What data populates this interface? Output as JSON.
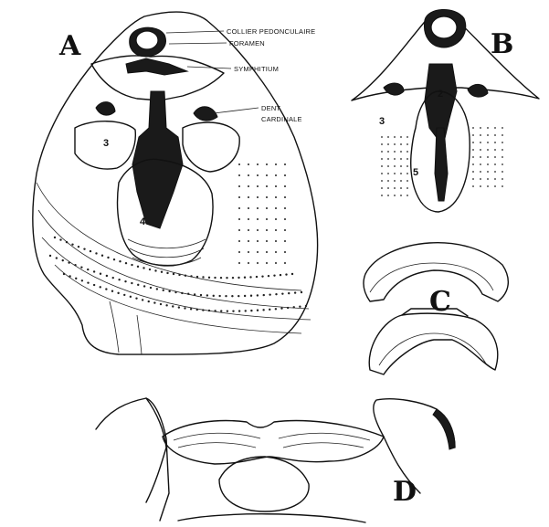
{
  "panels": {
    "A": {
      "letter": "A"
    },
    "B": {
      "letter": "B"
    },
    "C": {
      "letter": "C"
    },
    "D": {
      "letter": "D"
    }
  },
  "callouts": [
    {
      "id": "collier",
      "lines": [
        "COLLIER PEDONCULAIRE"
      ]
    },
    {
      "id": "foramen",
      "lines": [
        "FORAMEN"
      ]
    },
    {
      "id": "symphitium",
      "lines": [
        "SYMPHITIUM"
      ]
    },
    {
      "id": "dent",
      "lines": [
        "DENT",
        "CARDINALE"
      ]
    }
  ],
  "numbers": {
    "A": [
      "3",
      "4"
    ],
    "B": [
      "2",
      "3",
      "5"
    ]
  }
}
